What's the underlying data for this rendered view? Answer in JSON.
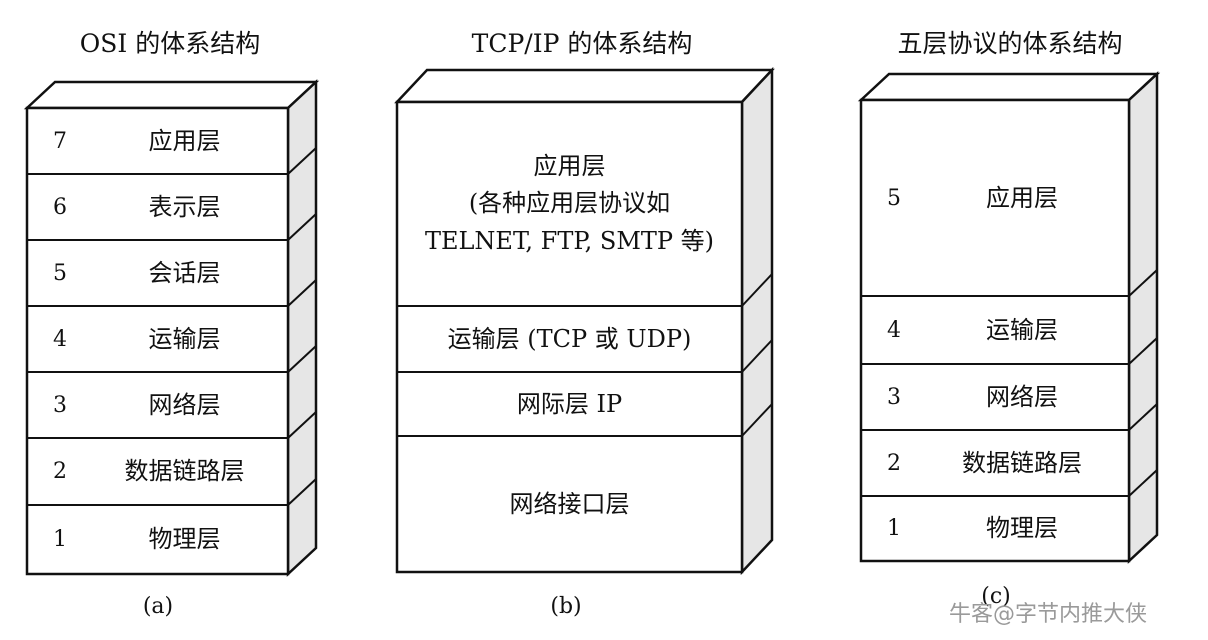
{
  "stacks": {
    "osi": {
      "title": "OSI 的体系结构",
      "caption": "(a)",
      "layers": [
        {
          "num": "7",
          "label": "应用层"
        },
        {
          "num": "6",
          "label": "表示层"
        },
        {
          "num": "5",
          "label": "会话层"
        },
        {
          "num": "4",
          "label": "运输层"
        },
        {
          "num": "3",
          "label": "网络层"
        },
        {
          "num": "2",
          "label": "数据链路层"
        },
        {
          "num": "1",
          "label": "物理层"
        }
      ]
    },
    "tcpip": {
      "title": "TCP/IP 的体系结构",
      "caption": "(b)",
      "layers": [
        {
          "label": "应用层",
          "line2": "(各种应用层协议如",
          "line3": "TELNET, FTP, SMTP 等)"
        },
        {
          "label": "运输层 (TCP 或 UDP)"
        },
        {
          "label": "网际层 IP"
        },
        {
          "label": "网络接口层"
        }
      ]
    },
    "five": {
      "title": "五层协议的体系结构",
      "caption": "(c)",
      "layers": [
        {
          "num": "5",
          "label": "应用层"
        },
        {
          "num": "4",
          "label": "运输层"
        },
        {
          "num": "3",
          "label": "网络层"
        },
        {
          "num": "2",
          "label": "数据链路层"
        },
        {
          "num": "1",
          "label": "物理层"
        }
      ]
    }
  },
  "watermark": "牛客@字节内推大侠",
  "colors": {
    "stroke": "#111111",
    "side": "#e6e6e6",
    "face": "#ffffff"
  }
}
